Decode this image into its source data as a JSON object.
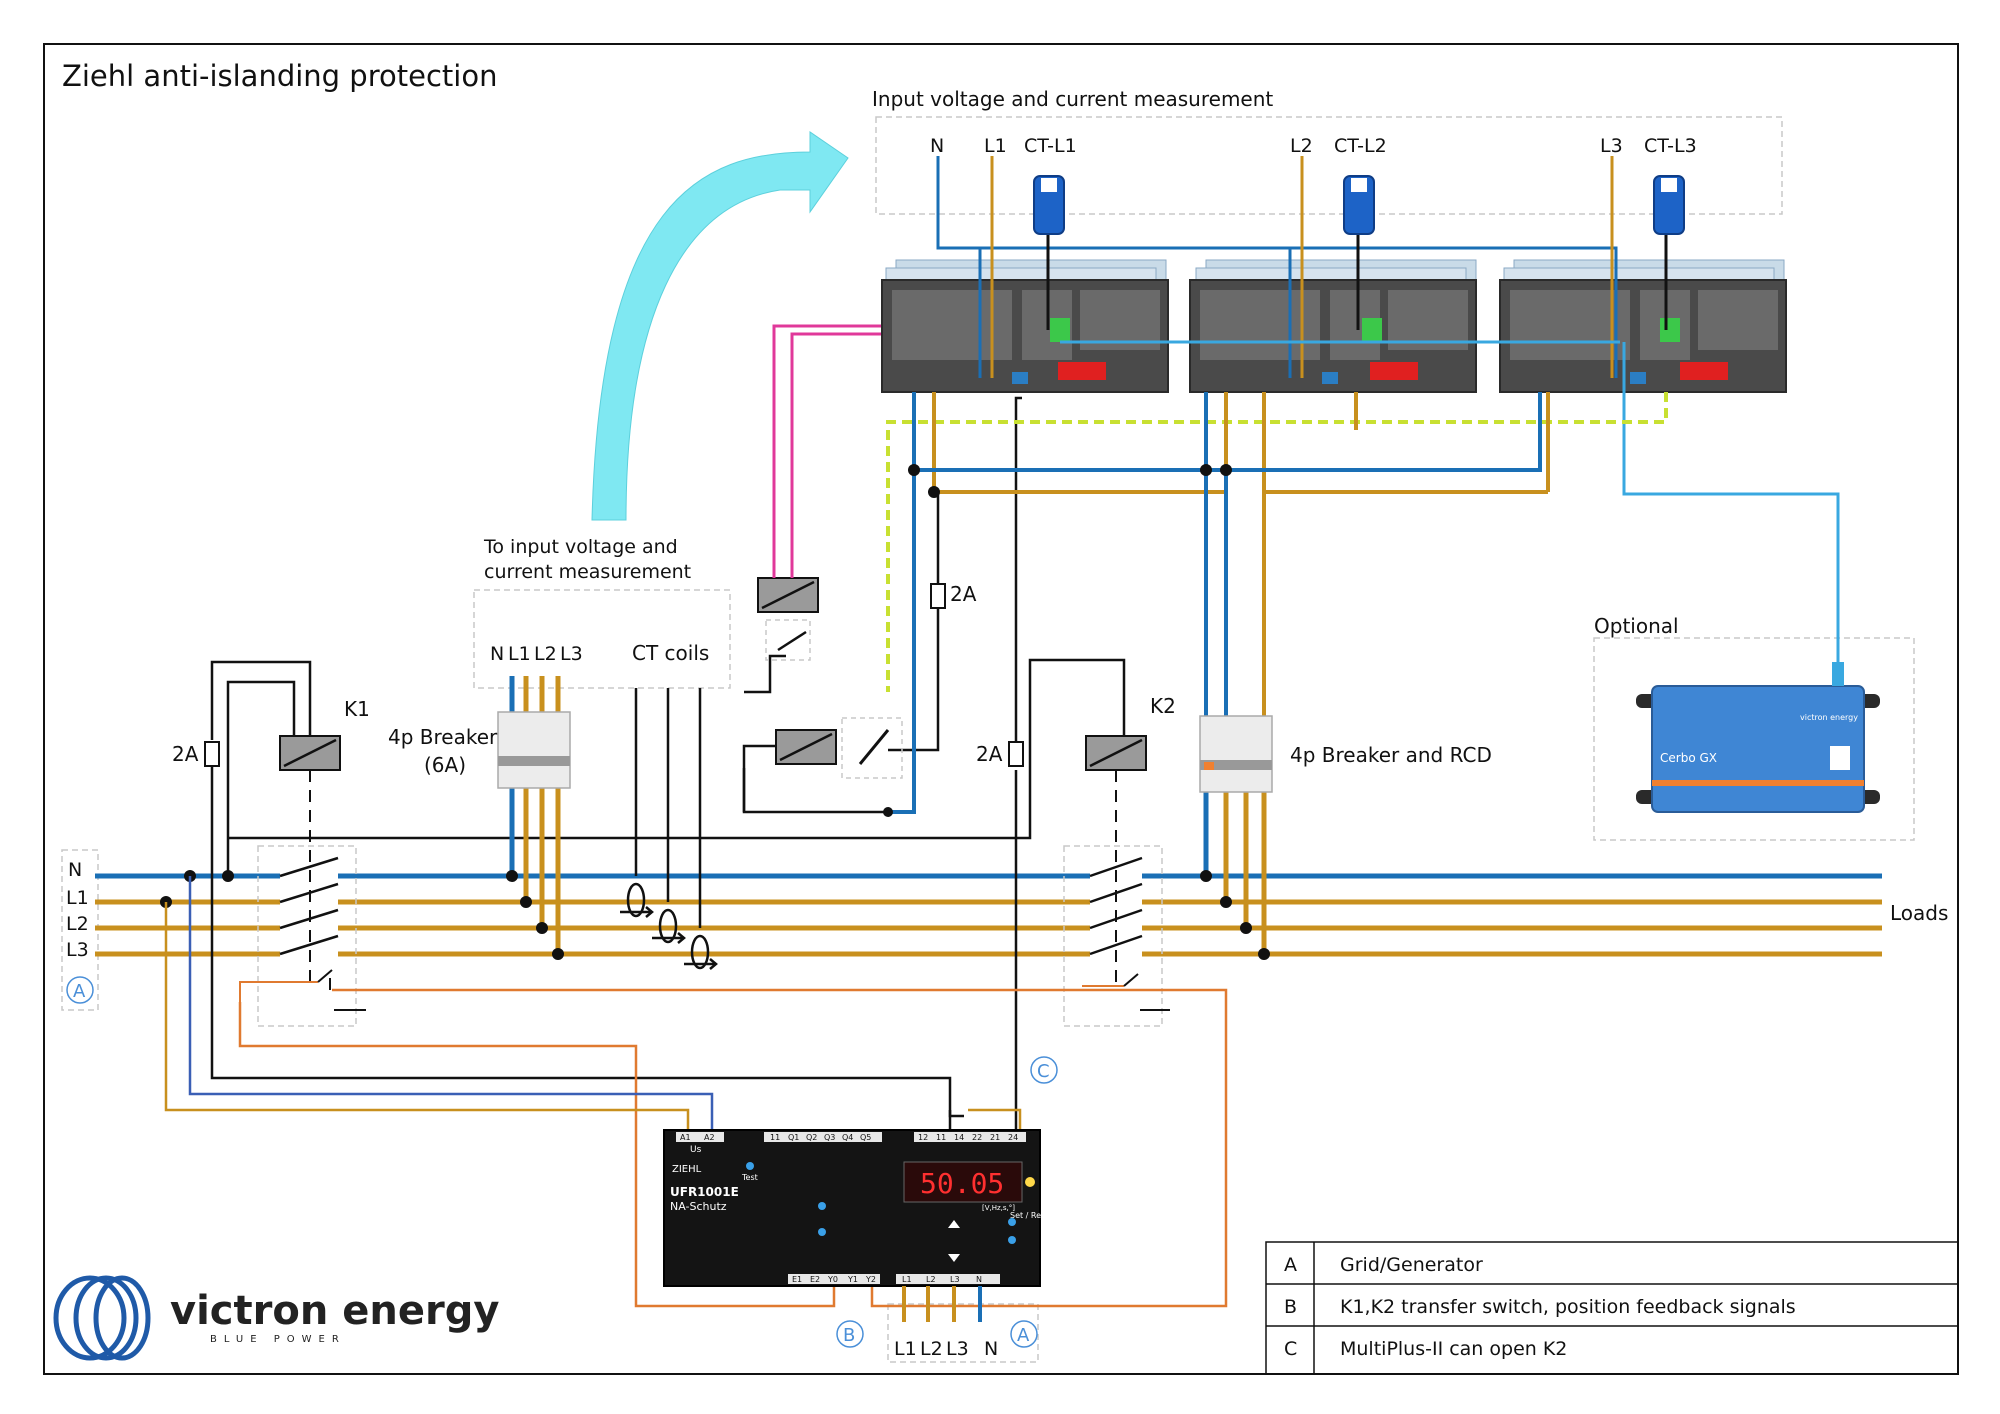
{
  "title": "Ziehl anti-islanding protection",
  "labels": {
    "input_measurement": "Input voltage and current measurement",
    "to_input_1": "To input voltage and",
    "to_input_2": "current measurement",
    "optional": "Optional",
    "loads": "Loads",
    "k1": "K1",
    "k2": "K2",
    "fuse_2a": "2A",
    "breaker_4p_1": "4p Breaker",
    "breaker_4p_2": "(6A)",
    "breaker_rcd": "4p Breaker and RCD",
    "ct_coils": "CT coils",
    "bus_labels": [
      "N",
      "L1",
      "L2",
      "L3"
    ],
    "top_labels": [
      "N",
      "L1",
      "CT-L1",
      "L2",
      "CT-L2",
      "L3",
      "CT-L3"
    ],
    "breaker_labels": [
      "N",
      "L1",
      "L2",
      "L3"
    ],
    "ufr_input_labels": [
      "L1",
      "L2",
      "L3",
      "N"
    ],
    "marker_a": "A",
    "marker_b": "B",
    "marker_c": "C"
  },
  "relay": {
    "display_value": "50.05",
    "model": "UFR1001E",
    "subtitle": "NA-Schutz",
    "brand": "ZIEHL",
    "top_terminals": [
      "A1",
      "A2",
      "11",
      "Q1",
      "Q2",
      "Q3",
      "Q4",
      "Q5",
      "12",
      "11",
      "14",
      "22",
      "21",
      "24"
    ],
    "bottom_terminals": [
      "E1",
      "E2",
      "Y0",
      "Y1",
      "Y2"
    ],
    "input_terminals": [
      "L1",
      "L2",
      "L3",
      "N"
    ],
    "test_label": "Test",
    "set_label": "Set / Reset",
    "voltage_label": "Us",
    "freq_units": "[V,Hz,s,°]"
  },
  "cerbo": {
    "name": "Cerbo GX",
    "brand": "victron energy"
  },
  "legend": [
    {
      "key": "A",
      "text": "Grid/Generator"
    },
    {
      "key": "B",
      "text": "K1,K2 transfer switch, position feedback signals"
    },
    {
      "key": "C",
      "text": "MultiPlus-II can open K2"
    }
  ],
  "logo": {
    "brand": "victron energy",
    "tagline": "BLUE POWER"
  },
  "colors": {
    "neutral": "#1a6fb5",
    "phase": "#c8901e",
    "control": "#111111",
    "feedback": "#e07a30",
    "pink": "#e0389a",
    "earth_green": "#c8e032",
    "arrow": "#7fe8f2",
    "comm": "#39a8e0"
  }
}
